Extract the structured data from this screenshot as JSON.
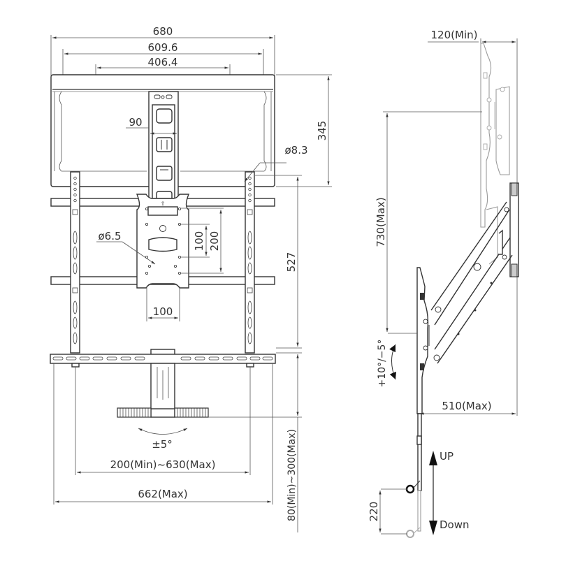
{
  "drawing": {
    "front_view": {
      "dimensions": {
        "overall_width": "680",
        "vesa_max_width": "609.6",
        "vesa_inner_width": "406.4",
        "wall_plate_height": "345",
        "column_width": "90",
        "hole_diameter_large": "ø8.3",
        "hole_diameter_small": "ø6.5",
        "vesa_small_vertical": "100",
        "vesa_large_vertical": "200",
        "vesa_horizontal": "100",
        "bracket_height": "527",
        "swivel_angle": "±5°",
        "arm_span_range": "200(Min)~630(Max)",
        "overall_max_width": "662(Max)",
        "bottom_extension": "80(Min)~300(Max)"
      }
    },
    "side_view": {
      "dimensions": {
        "min_depth": "120(Min)",
        "max_height": "730(Max)",
        "tilt_range": "+10°/−5°",
        "max_extension": "510(Max)",
        "handle_travel": "220"
      },
      "labels": {
        "up": "UP",
        "down": "Down"
      }
    }
  },
  "colors": {
    "line": "#333333",
    "dimension_line": "#555555",
    "ghost_line": "#9a9a9a",
    "background": "#ffffff"
  }
}
